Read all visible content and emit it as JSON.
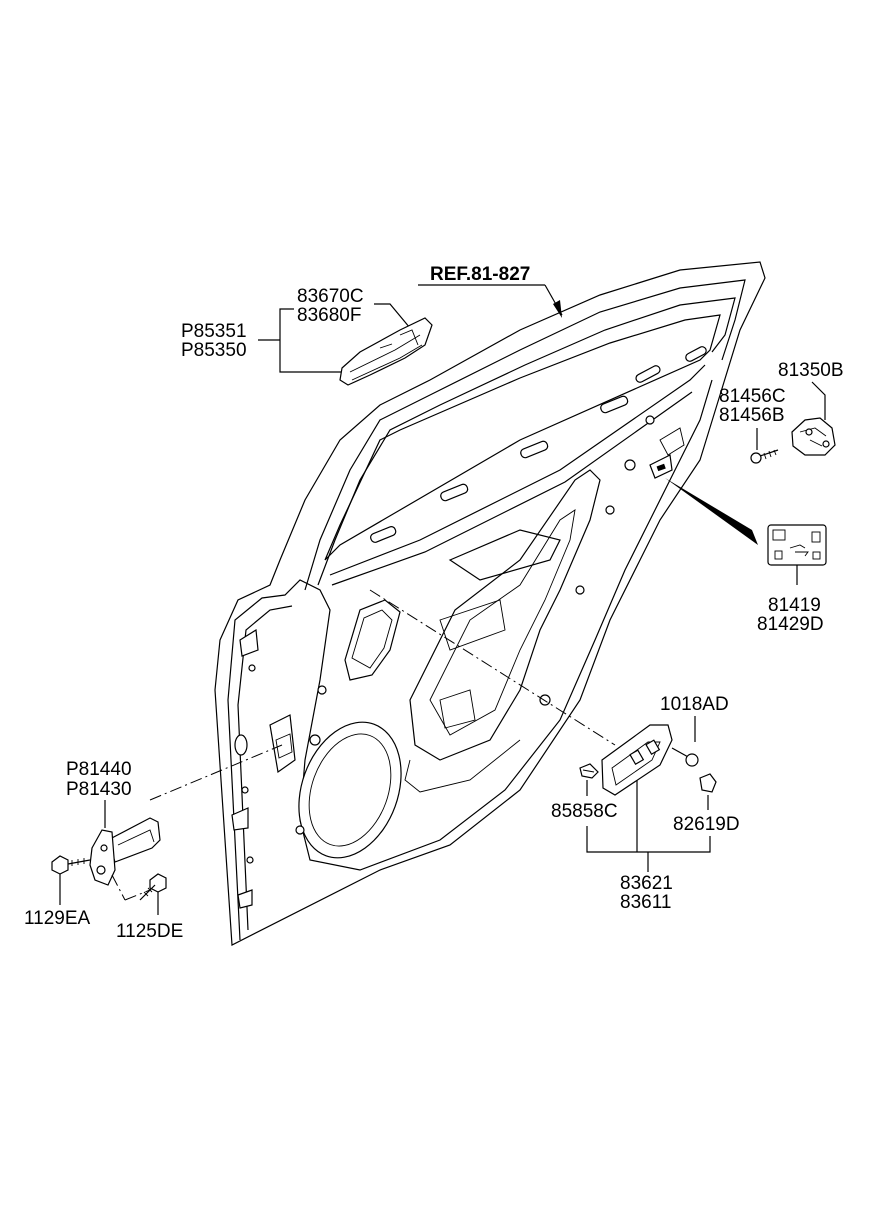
{
  "reference": {
    "label": "REF.81-827"
  },
  "labels": {
    "handle_upper": "83670C",
    "handle_lower": "83680F",
    "handle_side_upper": "P85351",
    "handle_side_lower": "P85350",
    "striker": "81350B",
    "screw_upper": "81456C",
    "screw_lower": "81456B",
    "sticker_upper": "81419",
    "sticker_lower": "81429D",
    "checker_upper": "P81440",
    "checker_lower": "P81430",
    "bolt_left": "1129EA",
    "bolt_right": "1125DE",
    "screw_switch": "1018AD",
    "clip": "85858C",
    "cap": "82619D",
    "switch_upper": "83621",
    "switch_lower": "83611"
  }
}
